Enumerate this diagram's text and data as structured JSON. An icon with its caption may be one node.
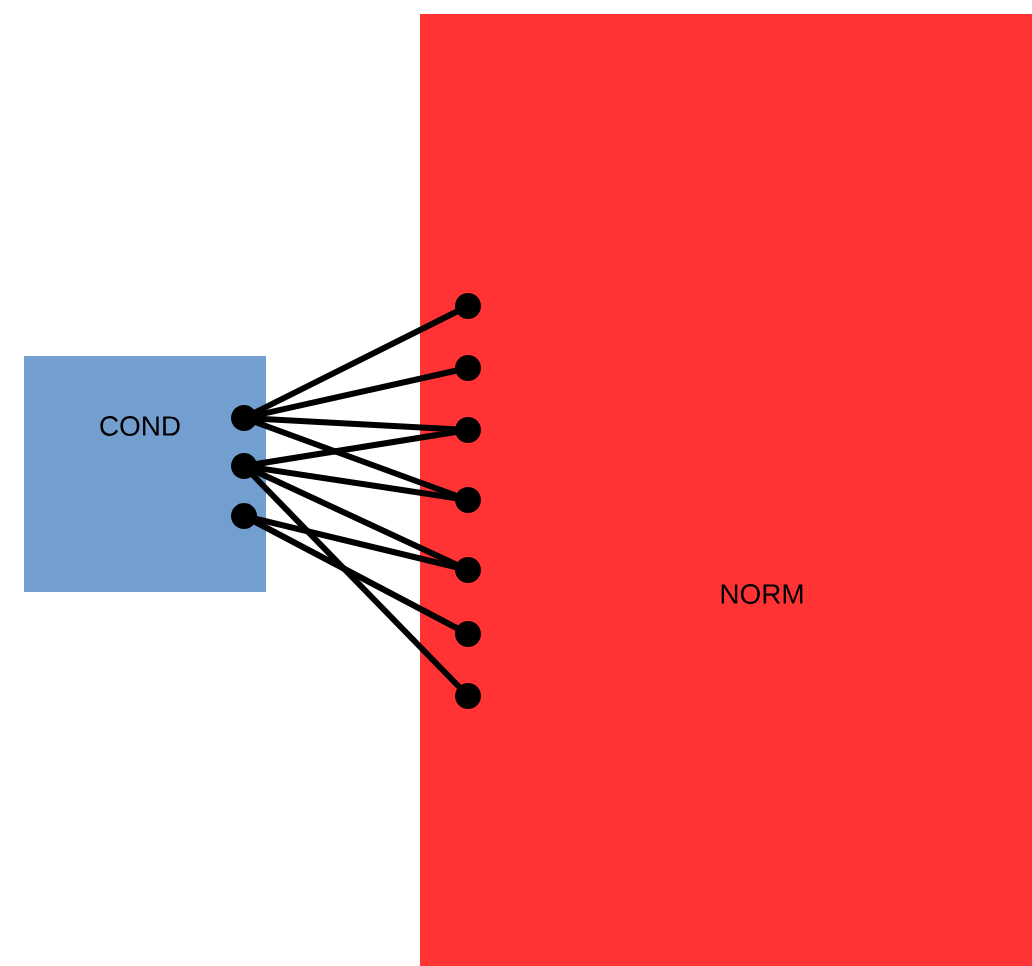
{
  "diagram": {
    "nodes": [
      {
        "text": [
          "COND"
        ]
      },
      {
        "text": [
          "NORM"
        ]
      },
      {
        "text": [],
        "shape": "circle",
        "in": 0
      },
      {
        "text": [],
        "shape": "circle",
        "in": 0
      },
      {
        "text": [],
        "shape": "circle",
        "in": 0
      },
      {
        "text": [],
        "shape": "circle",
        "in": 1
      },
      {
        "text": [],
        "shape": "circle",
        "in": 1
      },
      {
        "text": [],
        "shape": "circle",
        "in": 1
      },
      {
        "text": [],
        "shape": "circle",
        "in": 1
      },
      {
        "text": [],
        "shape": "circle",
        "in": 1
      },
      {
        "text": [],
        "shape": "circle",
        "in": 1
      },
      {
        "text": [],
        "shape": "circle",
        "in": 1
      }
    ],
    "edges": [
      {
        "from": 2,
        "to": 5,
        "arrow": "none"
      },
      {
        "from": 2,
        "to": 6,
        "arrow": "none"
      },
      {
        "from": 2,
        "to": 7,
        "arrow": "none"
      },
      {
        "from": 2,
        "to": 8,
        "arrow": "none"
      },
      {
        "from": 3,
        "to": 7,
        "arrow": "none"
      },
      {
        "from": 3,
        "to": 8,
        "arrow": "none"
      },
      {
        "from": 3,
        "to": 9,
        "arrow": "none"
      },
      {
        "from": 3,
        "to": 11,
        "arrow": "none"
      },
      {
        "from": 4,
        "to": 9,
        "arrow": "none"
      },
      {
        "from": 4,
        "to": 10,
        "arrow": "none"
      }
    ]
  }
}
